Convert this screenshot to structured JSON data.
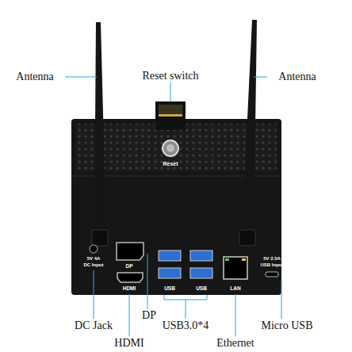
{
  "diagram": {
    "labels": [
      "Antenna",
      "Reset switch",
      "Antenna",
      "Reset",
      "5V 4A",
      "DC Input",
      "DP",
      "HDMI",
      "USB",
      "USB",
      "LAN",
      "5V 2.5A",
      "USB Input",
      "DP",
      "DC Jack",
      "USB3.0*4",
      "Micro USB",
      "HDMI",
      "Ethernet"
    ]
  }
}
